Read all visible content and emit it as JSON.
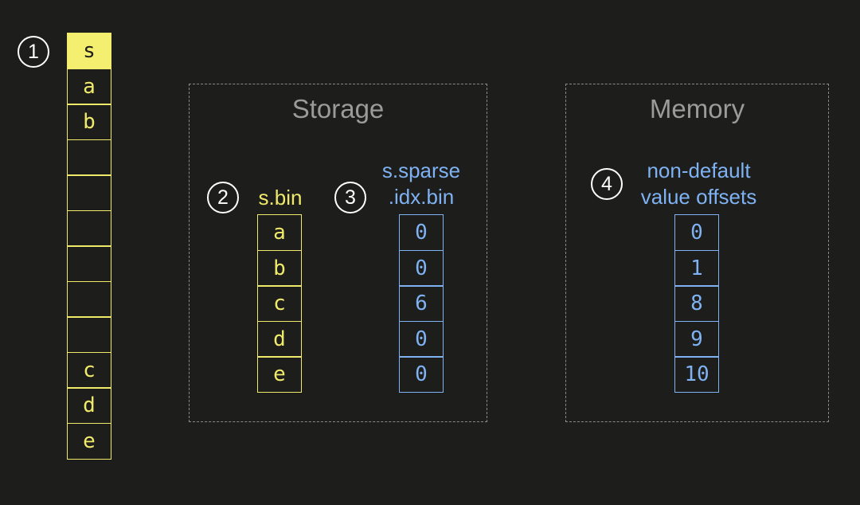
{
  "colors": {
    "background": "#1d1d1b",
    "yellow": "#f0ea6a",
    "blue": "#7fb2f3",
    "panel_border": "#8a8a8a",
    "panel_title": "#9b9b9b"
  },
  "markers": [
    "1",
    "2",
    "3",
    "4"
  ],
  "sparse_column": {
    "cells": [
      "s",
      "a",
      "b",
      "",
      "",
      "",
      "",
      "",
      "",
      "c",
      "d",
      "e"
    ],
    "highlight_index": 0
  },
  "storage": {
    "title": "Storage",
    "bin": {
      "label": "s.bin",
      "values": [
        "a",
        "b",
        "c",
        "d",
        "e"
      ]
    },
    "idx": {
      "label_line1": "s.sparse",
      "label_line2": ".idx.bin",
      "values": [
        "0",
        "0",
        "6",
        "0",
        "0"
      ]
    }
  },
  "memory": {
    "title": "Memory",
    "offsets": {
      "label_line1": "non-default",
      "label_line2": "value offsets",
      "values": [
        "0",
        "1",
        "8",
        "9",
        "10"
      ]
    }
  }
}
